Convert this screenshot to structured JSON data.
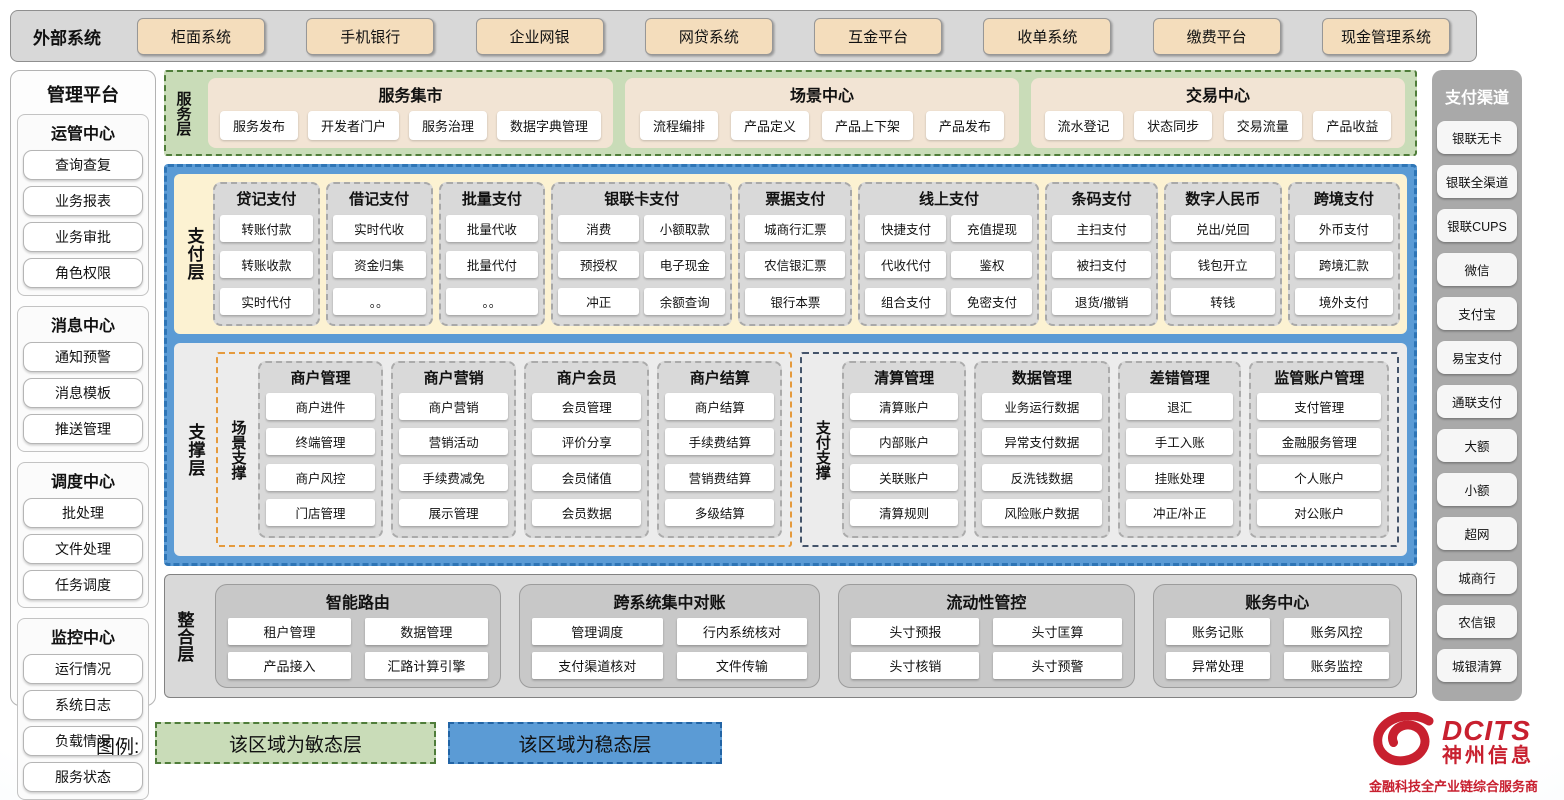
{
  "colors": {
    "agile_green": "#c9dcb8",
    "stable_blue": "#5b9bd5",
    "panel_gray": "#d9d9d9",
    "tan_button": "#f4ddbc",
    "brand_red": "#c8202f"
  },
  "external": {
    "label": "外部系统",
    "systems": [
      "柜面系统",
      "手机银行",
      "企业网银",
      "网贷系统",
      "互金平台",
      "收单系统",
      "缴费平台",
      "现金管理系统"
    ]
  },
  "management": {
    "title": "管理平台",
    "groups": [
      {
        "title": "运管中心",
        "items": [
          "查询查复",
          "业务报表",
          "业务审批",
          "角色权限"
        ]
      },
      {
        "title": "消息中心",
        "items": [
          "通知预警",
          "消息模板",
          "推送管理"
        ]
      },
      {
        "title": "调度中心",
        "items": [
          "批处理",
          "文件处理",
          "任务调度"
        ]
      },
      {
        "title": "监控中心",
        "items": [
          "运行情况",
          "系统日志",
          "负载情况",
          "服务状态"
        ]
      }
    ]
  },
  "service_layer": {
    "label": "服务层",
    "sections": [
      {
        "title": "服务集市",
        "items": [
          "服务发布",
          "开发者门户",
          "服务治理",
          "数据字典管理"
        ]
      },
      {
        "title": "场景中心",
        "items": [
          "流程编排",
          "产品定义",
          "产品上下架",
          "产品发布"
        ]
      },
      {
        "title": "交易中心",
        "items": [
          "流水登记",
          "状态同步",
          "交易流量",
          "产品收益"
        ]
      }
    ]
  },
  "payment_layer": {
    "label": "支付层",
    "columns": [
      {
        "title": "贷记支付",
        "items": [
          "转账付款",
          "转账收款",
          "实时代付"
        ]
      },
      {
        "title": "借记支付",
        "items": [
          "实时代收",
          "资金归集",
          "。。"
        ]
      },
      {
        "title": "批量支付",
        "items": [
          "批量代收",
          "批量代付",
          "。。"
        ]
      },
      {
        "title": "银联卡支付",
        "items": [
          "消费",
          "小额取款",
          "预授权",
          "电子现金",
          "冲正",
          "余额查询"
        ]
      },
      {
        "title": "票据支付",
        "items": [
          "城商行汇票",
          "农信银汇票",
          "银行本票"
        ]
      },
      {
        "title": "线上支付",
        "items": [
          "快捷支付",
          "充值提现",
          "代收代付",
          "鉴权",
          "组合支付",
          "免密支付"
        ]
      },
      {
        "title": "条码支付",
        "items": [
          "主扫支付",
          "被扫支付",
          "退货/撤销"
        ]
      },
      {
        "title": "数字人民币",
        "items": [
          "兑出/兑回",
          "钱包开立",
          "转钱"
        ]
      },
      {
        "title": "跨境支付",
        "items": [
          "外币支付",
          "跨境汇款",
          "境外支付"
        ]
      }
    ]
  },
  "support_layer": {
    "label": "支撑层",
    "groups": [
      {
        "label": "场景支撑",
        "columns": [
          {
            "title": "商户管理",
            "items": [
              "商户进件",
              "终端管理",
              "商户风控",
              "门店管理"
            ]
          },
          {
            "title": "商户营销",
            "items": [
              "商户营销",
              "营销活动",
              "手续费减免",
              "展示管理"
            ]
          },
          {
            "title": "商户会员",
            "items": [
              "会员管理",
              "评价分享",
              "会员储值",
              "会员数据"
            ]
          },
          {
            "title": "商户结算",
            "items": [
              "商户结算",
              "手续费结算",
              "营销费结算",
              "多级结算"
            ]
          }
        ]
      },
      {
        "label": "支付支撑",
        "columns": [
          {
            "title": "清算管理",
            "items": [
              "清算账户",
              "内部账户",
              "关联账户",
              "清算规则"
            ]
          },
          {
            "title": "数据管理",
            "items": [
              "业务运行数据",
              "异常支付数据",
              "反洗钱数据",
              "风险账户数据"
            ]
          },
          {
            "title": "差错管理",
            "items": [
              "退汇",
              "手工入账",
              "挂账处理",
              "冲正/补正"
            ]
          },
          {
            "title": "监管账户管理",
            "items": [
              "支付管理",
              "金融服务管理",
              "个人账户",
              "对公账户"
            ]
          }
        ]
      }
    ]
  },
  "integration_layer": {
    "label": "整合层",
    "sections": [
      {
        "title": "智能路由",
        "items": [
          "租户管理",
          "数据管理",
          "产品接入",
          "汇路计算引擎"
        ]
      },
      {
        "title": "跨系统集中对账",
        "items": [
          "管理调度",
          "行内系统核对",
          "支付渠道核对",
          "文件传输"
        ]
      },
      {
        "title": "流动性管控",
        "items": [
          "头寸预报",
          "头寸匡算",
          "头寸核销",
          "头寸预警"
        ]
      },
      {
        "title": "账务中心",
        "items": [
          "账务记账",
          "账务风控",
          "异常处理",
          "账务监控"
        ]
      }
    ]
  },
  "channels": {
    "title": "支付渠道",
    "items": [
      "银联无卡",
      "银联全渠道",
      "银联CUPS",
      "微信",
      "支付宝",
      "易宝支付",
      "通联支付",
      "大额",
      "小额",
      "超网",
      "城商行",
      "农信银",
      "城银清算"
    ]
  },
  "legend": {
    "label": "图例:",
    "agile": "该区域为敏态层",
    "stable": "该区域为稳态层"
  },
  "logo": {
    "brand": "DCITS",
    "name": "神州信息",
    "tagline": "金融科技全产业链综合服务商"
  }
}
